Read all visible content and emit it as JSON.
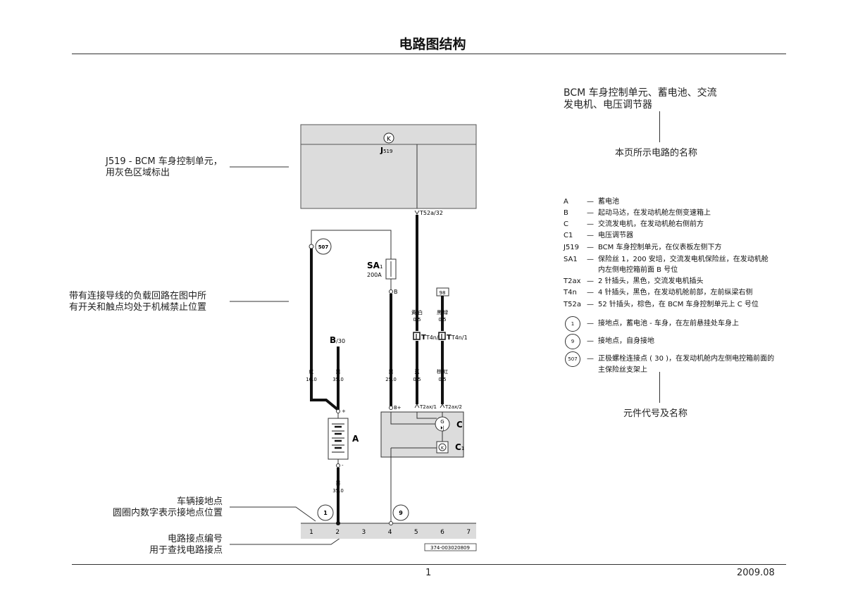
{
  "header": {
    "title": "电路图结构"
  },
  "annotations": {
    "circuit_name": [
      "BCM 车身控制单元、蓄电池、交流",
      "发电机、电压调节器"
    ],
    "circuit_name_caption": "本页所示电路的名称",
    "control_unit": [
      "J519 - BCM 车身控制单元，",
      "用灰色区域标出"
    ],
    "load_circuit": [
      "带有连接导线的负载回路在图中所",
      "有开关和触点均处于机械禁止位置"
    ],
    "component_caption": "元件代号及名称",
    "ground_point": [
      "车辆接地点",
      "圆圈内数字表示接地点位置"
    ],
    "contact_number": [
      "电路接点编号",
      "用于查找电路接点"
    ]
  },
  "legend": [
    {
      "code": "A",
      "desc": "蓄电池"
    },
    {
      "code": "B",
      "desc": "起动马达，在发动机舱左侧变速箱上"
    },
    {
      "code": "C",
      "desc": "交流发电机，在发动机舱右侧前方"
    },
    {
      "code": "C1",
      "desc": "电压调节器"
    },
    {
      "code": "J519",
      "desc": "BCM 车身控制单元，在仪表板左侧下方"
    },
    {
      "code": "SA1",
      "desc": "保险丝 1，200 安培，交流发电机保险丝，在发动机舱"
    },
    {
      "code": "",
      "desc": "内左侧电控箱前面 B 号位"
    },
    {
      "code": "T2ax",
      "desc": "2 针插头，黑色，交流发电机插头"
    },
    {
      "code": "T4n",
      "desc": "4 针插头，黑色，在发动机舱前部，左前纵梁右侧"
    },
    {
      "code": "T52a",
      "desc": "52 针插头，棕色，在 BCM 车身控制单元上 C 号位"
    }
  ],
  "legend_points": [
    {
      "num": "1",
      "desc": "接地点，蓄电池 - 车身，在左前悬挂处车身上"
    },
    {
      "num": "9",
      "desc": "接地点，自身接地"
    },
    {
      "num": "507",
      "desc": "正极螺栓连接点 ( 30 )，在发动机舱内左侧电控箱前面的"
    },
    {
      "num": "",
      "desc": "主保险丝支架上"
    }
  ],
  "diagram": {
    "unit_symbol": "K",
    "unit_label": "J",
    "unit_sub": "519",
    "conn_t52a": "T52a/32",
    "node_507": "507",
    "fuse_label": "SA",
    "fuse_sub": "1",
    "fuse_rating": "200A",
    "fuse_pin": "B",
    "box_98": "98",
    "wire_yw": [
      "黄/白",
      "0.5"
    ],
    "wire_bg": [
      "黑/绿",
      "0.5"
    ],
    "t4n2": "T4n/2",
    "t4n1": "T4n/1",
    "b30": "B",
    "b30_sub": "/30",
    "wire_red": [
      "红",
      "16.0"
    ],
    "wire_blk1": [
      "黑",
      "35.0"
    ],
    "wire_blk2": [
      "黑",
      "25.0"
    ],
    "wire_blue": [
      "蓝",
      "0.5"
    ],
    "wire_br": [
      "棕/红",
      "0.5"
    ],
    "pin_plus": "+",
    "pin_bplus": "B+",
    "t2ax1": "T2ax/1",
    "t2ax2": "T2ax/2",
    "comp_a": "A",
    "comp_c": "C",
    "comp_c1": "C",
    "comp_c1_sub": "1",
    "gen_symbol": "G",
    "reg_symbol": "K",
    "pin_minus": "-",
    "wire_blk3": [
      "黑",
      "35.0"
    ],
    "gnd1": "1",
    "gnd9": "9",
    "ruler": [
      "1",
      "2",
      "3",
      "4",
      "5",
      "6",
      "7"
    ],
    "doc_code": "374-003020809"
  },
  "footer": {
    "page": "1",
    "date": "2009.08"
  }
}
